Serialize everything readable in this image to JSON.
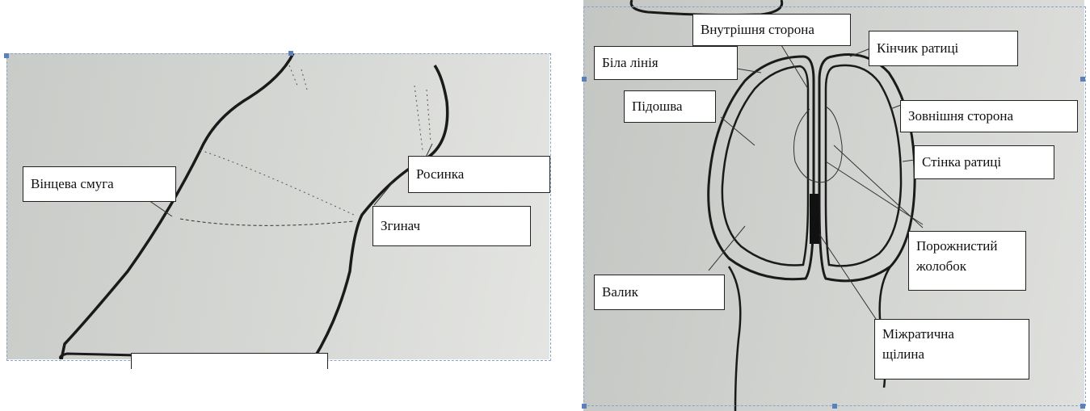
{
  "left_figure": {
    "labels": {
      "coronary_band": "Вінцева смуга",
      "dewclaw": "Росинка",
      "flexor": "Згинач",
      "bottom_box": ""
    }
  },
  "right_figure": {
    "labels": {
      "inner_side": "Внутрішня сторона",
      "hoof_tip": "Кінчик ратиці",
      "white_line": "Біла лінія",
      "sole": "Підошва",
      "outer_side": "Зовнішня сторона",
      "hoof_wall": "Стінка ратиці",
      "hollow_groove": "Порожнистий\nжолобок",
      "bulb": "Валик",
      "interdigital_cleft": "Міжратична\nщілина"
    }
  },
  "colors": {
    "line": "#1a1a1a",
    "selection_handle": "#5b7fb8"
  }
}
